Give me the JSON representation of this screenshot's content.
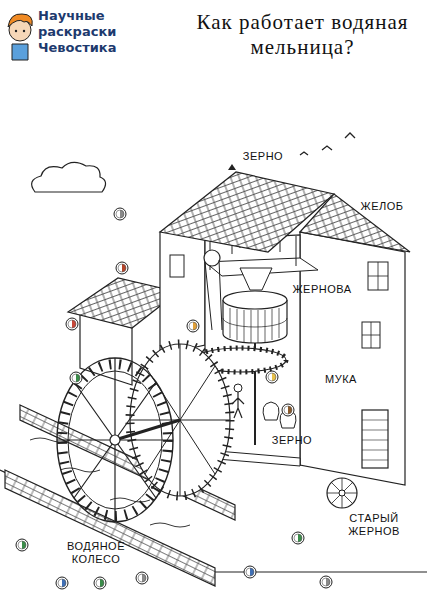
{
  "diagram": {
    "title": "Как работает водяная мельница?",
    "labels": [
      "Научные раскраски Чевостика",
      "ЗЕРНО",
      "ЖЕЛОБ",
      "ЖЕРНОВА",
      "МУКА",
      "ЗЕРНО",
      "СТАРЫЙ ЖЕРНОВ",
      "ВОДЯНОЕ КОЛЕСО"
    ]
  }
}
